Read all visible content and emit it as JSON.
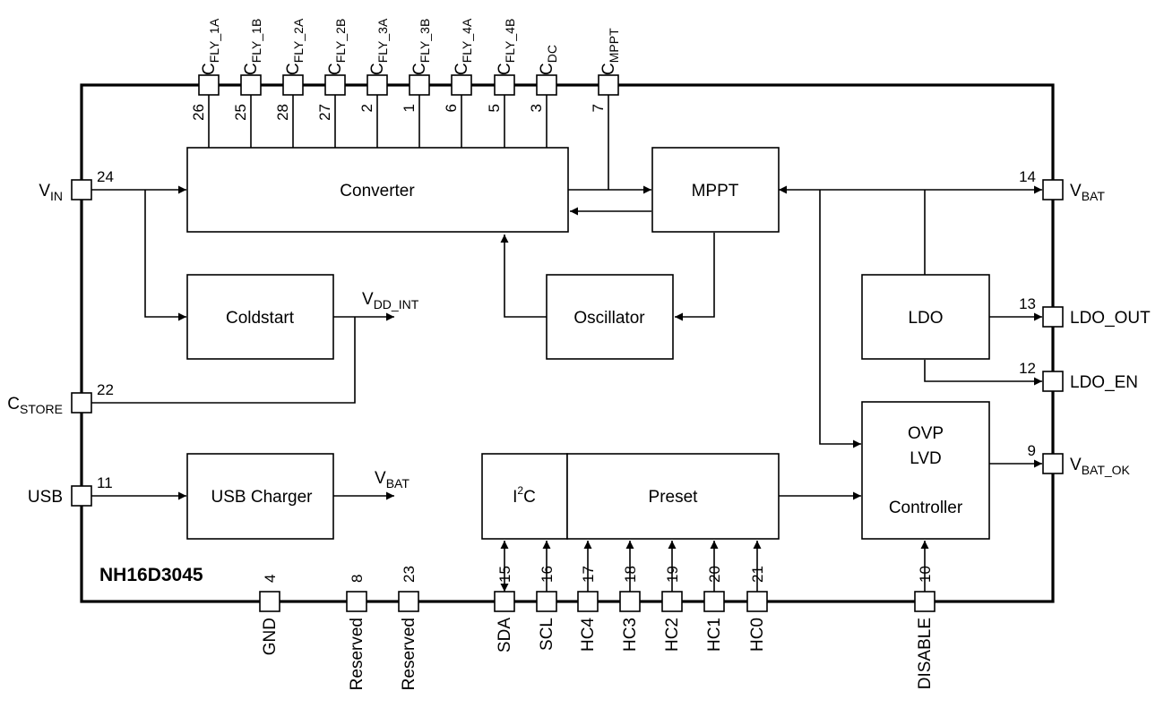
{
  "chip_name": "NH16D3045",
  "blocks": {
    "converter": "Converter",
    "mppt": "MPPT",
    "coldstart": "Coldstart",
    "oscillator": "Oscillator",
    "ldo": "LDO",
    "usb_charger": "USB Charger",
    "i2c": "I",
    "i2c_sup": "2",
    "i2c_tail": "C",
    "preset": "Preset",
    "ovp": "OVP",
    "lvd": "LVD",
    "controller": "Controller"
  },
  "internal": {
    "vdd_int": "V",
    "vdd_int_sub": "DD_INT",
    "vbat": "V",
    "vbat_sub": "BAT"
  },
  "top_pins": [
    {
      "base": "C",
      "sub": "FLY_1A",
      "num": "26"
    },
    {
      "base": "C",
      "sub": "FLY_1B",
      "num": "25"
    },
    {
      "base": "C",
      "sub": "FLY_2A",
      "num": "28"
    },
    {
      "base": "C",
      "sub": "FLY_2B",
      "num": "27"
    },
    {
      "base": "C",
      "sub": "FLY_3A",
      "num": "2"
    },
    {
      "base": "C",
      "sub": "FLY_3B",
      "num": "1"
    },
    {
      "base": "C",
      "sub": "FLY_4A",
      "num": "6"
    },
    {
      "base": "C",
      "sub": "FLY_4B",
      "num": "5"
    },
    {
      "base": "C",
      "sub": "DC",
      "num": "3"
    },
    {
      "base": "C",
      "sub": "MPPT",
      "num": "7"
    }
  ],
  "left_pins": [
    {
      "base": "V",
      "sub": "IN",
      "num": "24"
    },
    {
      "base": "C",
      "sub": "STORE",
      "num": "22"
    },
    {
      "base": "USB",
      "sub": "",
      "num": "11"
    }
  ],
  "right_pins": [
    {
      "base": "V",
      "sub": "BAT",
      "num": "14"
    },
    {
      "base": "LDO_OUT",
      "sub": "",
      "num": "13"
    },
    {
      "base": "LDO_EN",
      "sub": "",
      "num": "12"
    },
    {
      "base": "V",
      "sub": "BAT_OK",
      "num": "9"
    }
  ],
  "bottom_pins": [
    {
      "label": "GND",
      "num": "4"
    },
    {
      "label": "Reserved",
      "num": "8"
    },
    {
      "label": "Reserved",
      "num": "23"
    },
    {
      "label": "SDA",
      "num": "15"
    },
    {
      "label": "SCL",
      "num": "16"
    },
    {
      "label": "HC4",
      "num": "17"
    },
    {
      "label": "HC3",
      "num": "18"
    },
    {
      "label": "HC2",
      "num": "19"
    },
    {
      "label": "HC1",
      "num": "20"
    },
    {
      "label": "HC0",
      "num": "21"
    },
    {
      "label": "DISABLE",
      "num": "10"
    }
  ]
}
